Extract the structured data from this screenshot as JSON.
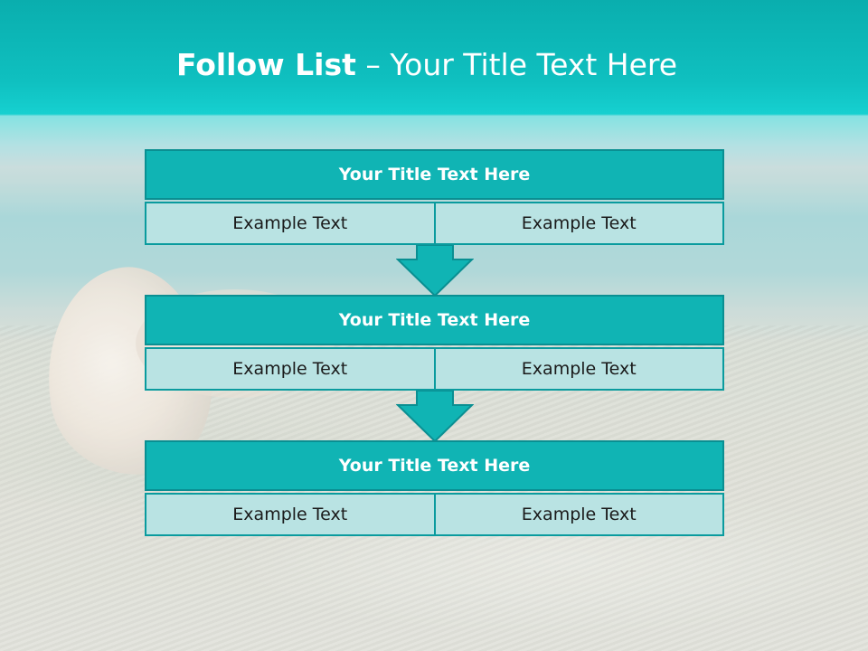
{
  "slide": {
    "title_bold": "Follow List",
    "title_rest": " – Your Title Text Here"
  },
  "blocks": [
    {
      "title": "Your Title Text Here",
      "left": "Example Text",
      "right": "Example Text"
    },
    {
      "title": "Your Title Text Here",
      "left": "Example Text",
      "right": "Example Text"
    },
    {
      "title": "Your Title Text Here",
      "left": "Example Text",
      "right": "Example Text"
    }
  ],
  "colors": {
    "header_fill": "#10b4b4",
    "header_border": "#0a8f92",
    "cell_fill": "#b9e3e3",
    "arrow_fill": "#10b4b4"
  },
  "icons": [
    "down-arrow-icon"
  ]
}
